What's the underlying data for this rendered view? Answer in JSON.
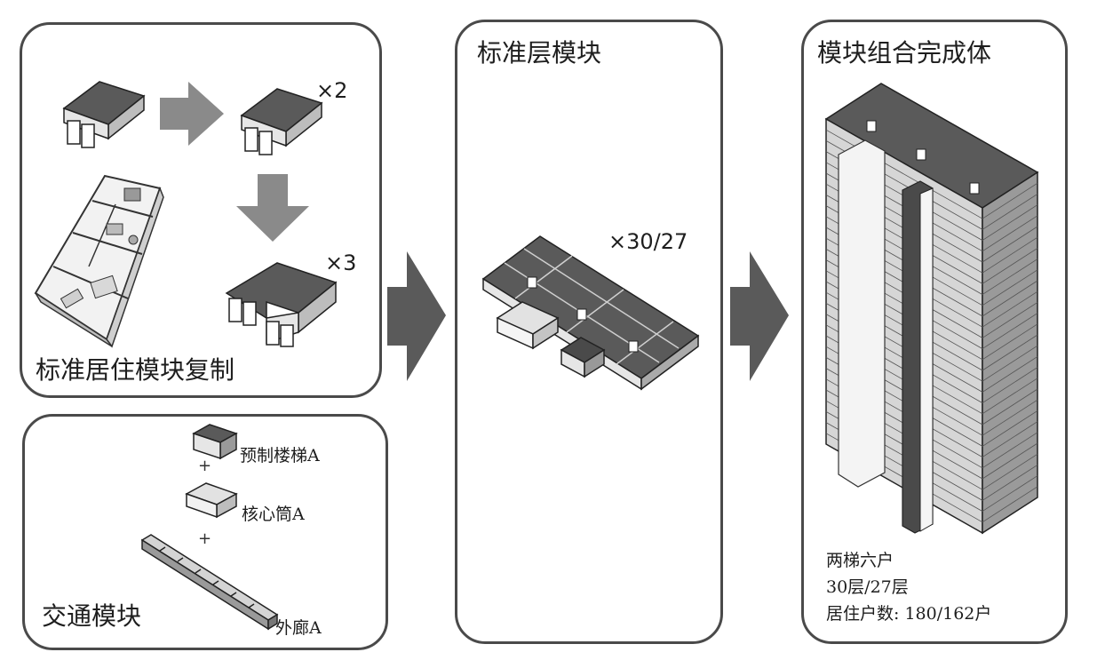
{
  "panels": {
    "replication": {
      "title": "标准居住模块复制",
      "mult_a": "×2",
      "mult_b": "×3"
    },
    "traffic": {
      "title": "交通模块",
      "items": [
        {
          "label": "预制楼梯A"
        },
        {
          "label": "核心筒A"
        },
        {
          "label": "外廊A"
        }
      ]
    },
    "floor": {
      "title": "标准层模块",
      "mult": "×30/27"
    },
    "assembly": {
      "title": "模块组合完成体",
      "notes": [
        "两梯六户",
        "30层/27层",
        "居住户数: 180/162户"
      ]
    }
  },
  "colors": {
    "module_dark": "#5a5a5a",
    "module_light": "#e6e6e6",
    "arrow": "#8a8a8a",
    "border": "#4a4a4a"
  }
}
